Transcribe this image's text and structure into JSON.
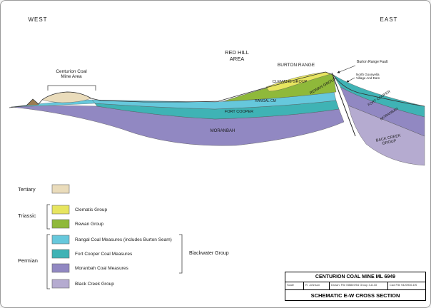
{
  "compass": {
    "west": "WEST",
    "east": "EAST"
  },
  "section": {
    "red_hill_line1": "RED HILL",
    "red_hill_line2": "AREA",
    "burton_range": "BURTON RANGE",
    "mine_line1": "Centurion Coal",
    "mine_line2": "Mine Area",
    "clematis": "CLEMATIS GROUP",
    "rewan": "REWAN GROUP",
    "rangal": "RANGAL CM",
    "fort_cooper": "FORT COOPER",
    "moranbah": "MORANBAH",
    "fort_cooper_east": "FORT COOPER",
    "moranbah_east": "MORANBAH",
    "back_creek_line1": "BACK CREEK",
    "back_creek_line2": "GROUP",
    "fault_label": "Burton Range Fault",
    "village_line1": "North Goonyella",
    "village_line2": "Village And Dam"
  },
  "legend": {
    "era_tertiary": "Tertiary",
    "era_triassic": "Triassic",
    "era_permian": "Permian",
    "items": [
      {
        "label": "Clematis Group"
      },
      {
        "label": "Rewan Group"
      },
      {
        "label": "Rangal Coal Measures (includes Burton Seam)"
      },
      {
        "label": "Fort Cooper Coal Measures"
      },
      {
        "label": "Moranbah Coal Measures"
      },
      {
        "label": "Black Creek Group"
      }
    ],
    "blackwater": "Blackwater Group"
  },
  "title_block": {
    "project": "CENTURION COAL MINE ML 6949",
    "cells": [
      "Scale",
      "R. Johnson",
      "Drawn: File M8849/54 Group 3-8-33",
      "Cad File 9420936.DS"
    ],
    "title": "SCHEMATIC E-W CROSS SECTION"
  },
  "colors": {
    "tertiary": "#eadcbb",
    "clematis": "#e7e55f",
    "rewan": "#8fb93a",
    "rangal": "#66c8dc",
    "fort_cooper": "#3fb3b5",
    "moranbah": "#9188c2",
    "black_creek": "#b5abd0",
    "mound": "#9b7c52"
  }
}
